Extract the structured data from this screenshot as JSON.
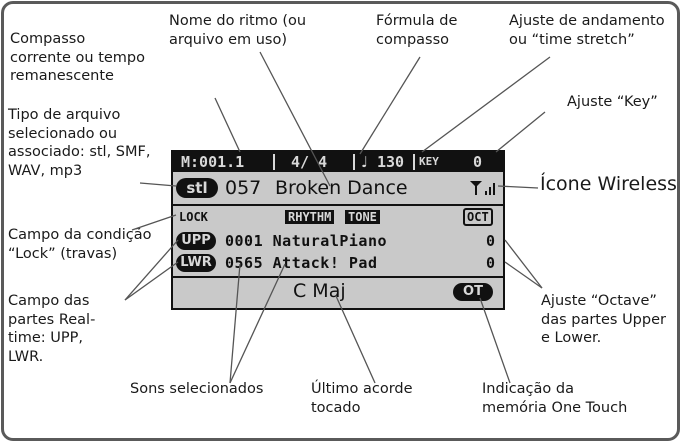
{
  "annotations": {
    "compasso": "Compasso\ncorrente ou tempo\nremanescente",
    "nome_ritmo": "Nome do ritmo (ou\narquivo em uso)",
    "formula": "Fórmula de\ncompasso",
    "andamento": "Ajuste de andamento\nou “time stretch”",
    "key": "Ajuste “Key”",
    "tipo_arquivo": "Tipo de arquivo\nselecionado ou\nassociado: stl, SMF,\nWAV, mp3",
    "wireless": "Ícone Wireless",
    "lock": "Campo da condição\n“Lock” (travas)",
    "partes": "Campo das\npartes Real-\ntime: UPP,\nLWR.",
    "octave": "Ajuste “Octave”\ndas partes Upper\ne Lower.",
    "sons": "Sons selecionados",
    "acorde": "Último acorde\ntocado",
    "one_touch": "Indicação da\nmemória One Touch"
  },
  "lcd": {
    "measure": "M:001.1",
    "time_signature": "4/ 4",
    "tempo": "130",
    "key_label": "KEY",
    "key_value": "0",
    "file_type": "stl",
    "rhythm_number": "057",
    "rhythm_name": "Broken Dance",
    "lock_label": "LOCK",
    "rhythm_tag": "RHYTHM",
    "tone_tag": "TONE",
    "oct_tag": "OCT",
    "upper_part": "UPP",
    "upper_tone": "0001 NaturalPiano",
    "upper_octave": "0",
    "lower_part": "LWR",
    "lower_tone": "0565 Attack! Pad",
    "lower_octave": "0",
    "chord": "C Maj",
    "one_touch_badge": "OT"
  },
  "colors": {
    "frame": "#5a5a5a",
    "lcd_bg": "#c9c9c9",
    "lcd_ink": "#111111"
  }
}
